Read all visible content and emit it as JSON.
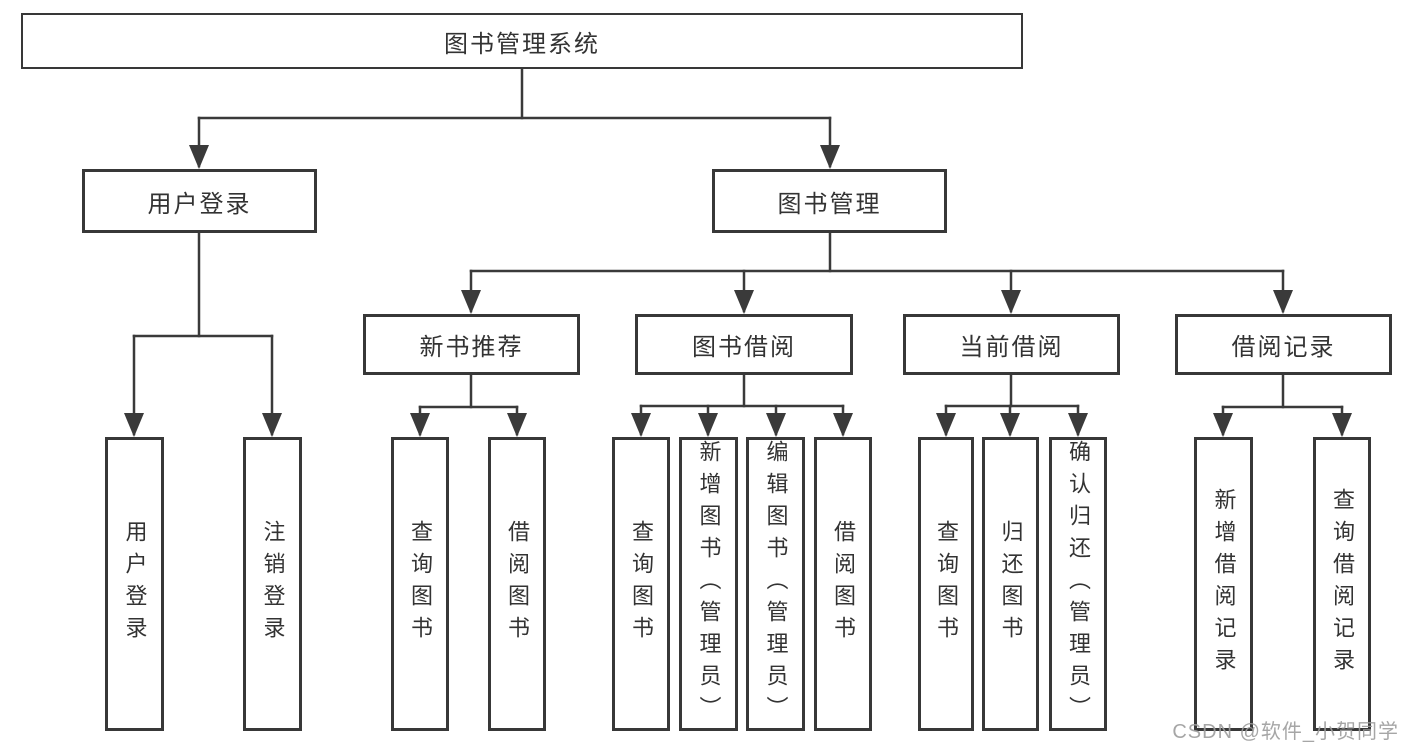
{
  "nodes": {
    "root": "图书管理系统",
    "user_login": "用户登录",
    "book_management": "图书管理",
    "new_book_recommend": "新书推荐",
    "book_borrowing": "图书借阅",
    "current_borrowing": "当前借阅",
    "borrowing_records": "借阅记录"
  },
  "leaves": {
    "user_login": [
      "用户登录",
      "注销登录"
    ],
    "new_book_recommend": [
      "查询图书",
      "借阅图书"
    ],
    "book_borrowing": [
      "查询图书",
      "新增图书（管理员）",
      "编辑图书（管理员）",
      "借阅图书"
    ],
    "current_borrowing": [
      "查询图书",
      "归还图书",
      "确认归还（管理员）"
    ],
    "borrowing_records": [
      "新增借阅记录",
      "查询借阅记录"
    ]
  },
  "watermark": "CSDN @软件_小贺同学",
  "colors": {
    "line": "#3a3a3a",
    "box_border": "#383838",
    "text": "#333333",
    "watermark": "#9d9d9d",
    "background": "#ffffff"
  }
}
